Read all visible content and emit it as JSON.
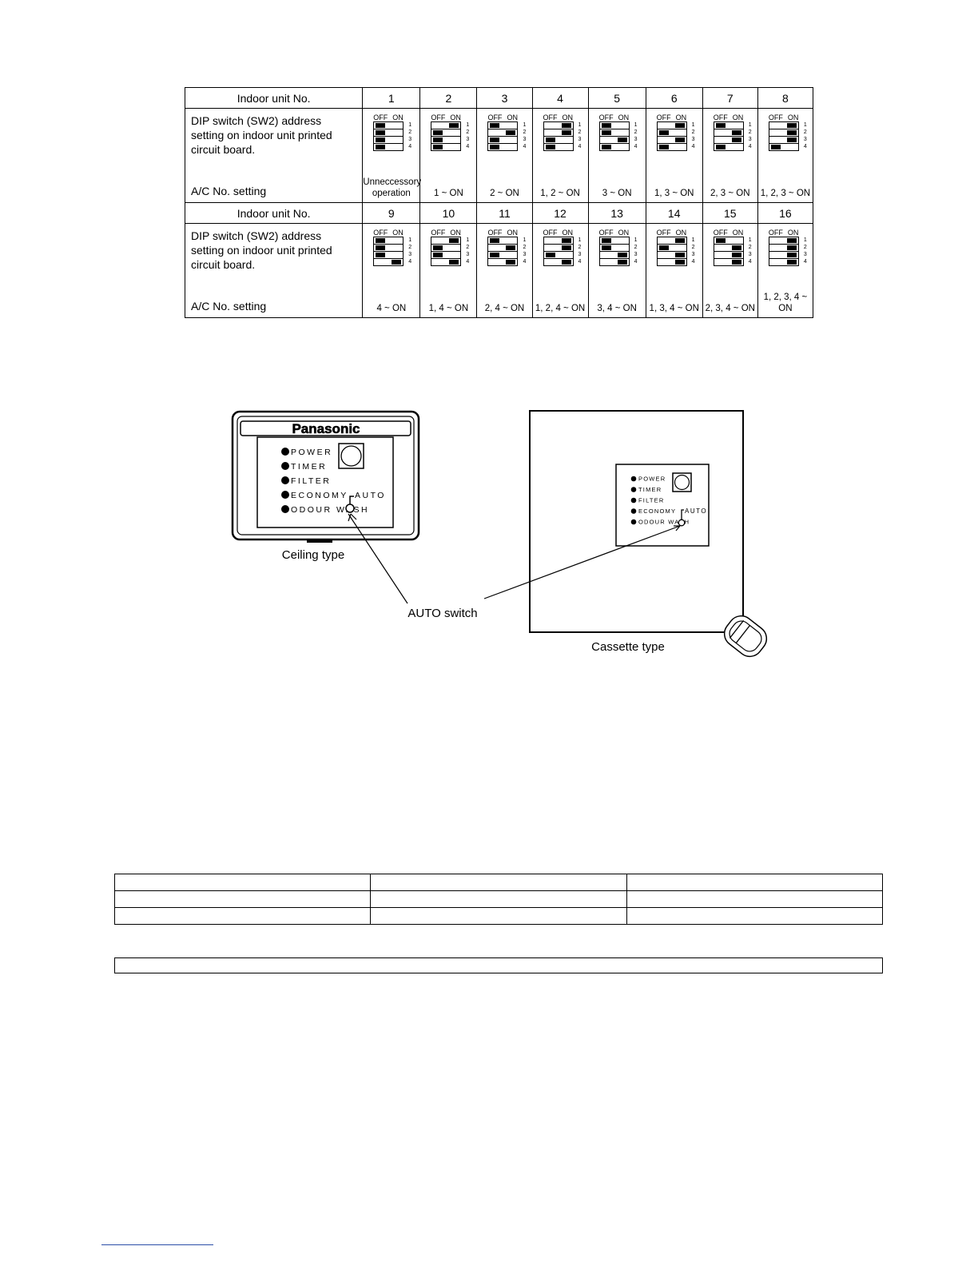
{
  "dip_table": {
    "header_label": "Indoor unit No.",
    "dip_label": "DIP switch (SW2) address setting on indoor unit printed circuit board.",
    "ac_label": "A/C No. setting",
    "off_label": "OFF",
    "on_label": "ON",
    "switch_numbers": [
      "1",
      "2",
      "3",
      "4"
    ],
    "groups": [
      {
        "units": [
          {
            "no": "1",
            "switches": [
              false,
              false,
              false,
              false
            ],
            "setting": "Unneccessory operation"
          },
          {
            "no": "2",
            "switches": [
              true,
              false,
              false,
              false
            ],
            "setting": "1 ~ ON"
          },
          {
            "no": "3",
            "switches": [
              false,
              true,
              false,
              false
            ],
            "setting": "2 ~ ON"
          },
          {
            "no": "4",
            "switches": [
              true,
              true,
              false,
              false
            ],
            "setting": "1, 2 ~ ON"
          },
          {
            "no": "5",
            "switches": [
              false,
              false,
              true,
              false
            ],
            "setting": "3 ~ ON"
          },
          {
            "no": "6",
            "switches": [
              true,
              false,
              true,
              false
            ],
            "setting": "1, 3 ~ ON"
          },
          {
            "no": "7",
            "switches": [
              false,
              true,
              true,
              false
            ],
            "setting": "2, 3 ~ ON"
          },
          {
            "no": "8",
            "switches": [
              true,
              true,
              true,
              false
            ],
            "setting": "1, 2, 3 ~ ON"
          }
        ]
      },
      {
        "units": [
          {
            "no": "9",
            "switches": [
              false,
              false,
              false,
              true
            ],
            "setting": "4 ~ ON"
          },
          {
            "no": "10",
            "switches": [
              true,
              false,
              false,
              true
            ],
            "setting": "1, 4 ~ ON"
          },
          {
            "no": "11",
            "switches": [
              false,
              true,
              false,
              true
            ],
            "setting": "2, 4 ~ ON"
          },
          {
            "no": "12",
            "switches": [
              true,
              true,
              false,
              true
            ],
            "setting": "1, 2, 4 ~ ON"
          },
          {
            "no": "13",
            "switches": [
              false,
              false,
              true,
              true
            ],
            "setting": "3, 4 ~ ON"
          },
          {
            "no": "14",
            "switches": [
              true,
              false,
              true,
              true
            ],
            "setting": "1, 3, 4 ~ ON"
          },
          {
            "no": "15",
            "switches": [
              false,
              true,
              true,
              true
            ],
            "setting": "2, 3, 4 ~ ON"
          },
          {
            "no": "16",
            "switches": [
              true,
              true,
              true,
              true
            ],
            "setting": "1, 2, 3, 4 ~ ON"
          }
        ]
      }
    ]
  },
  "figure": {
    "brand": "Panasonic",
    "ceiling_indicators": [
      "POWER",
      "TIMER",
      "FILTER",
      "ECONOMY",
      "ODOUR WASH"
    ],
    "cassette_indicators": [
      "POWER",
      "TIMER",
      "FILTER",
      "ECONOMY",
      "ODOUR WASH"
    ],
    "auto_label": "AUTO",
    "ceiling_caption": "Ceiling type",
    "cassette_caption": "Cassette type",
    "auto_switch_label": "AUTO switch"
  }
}
